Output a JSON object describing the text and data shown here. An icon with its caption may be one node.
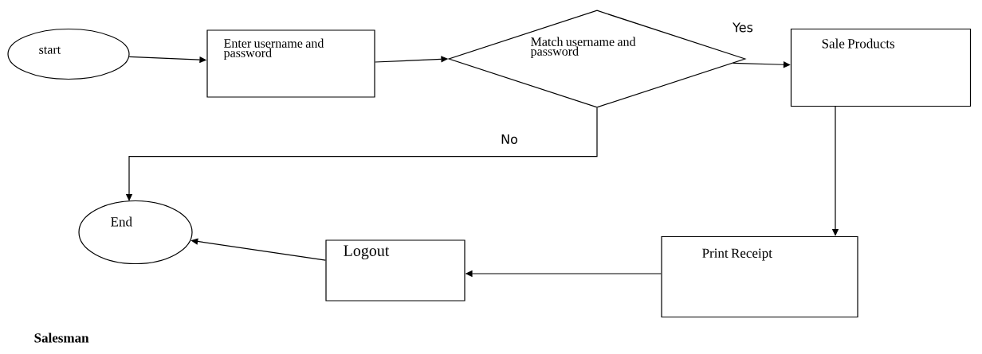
{
  "diagram": {
    "caption": "Salesman",
    "nodes": [
      {
        "text": [
          "start"
        ]
      },
      {
        "text": [
          "Enter username and password"
        ]
      },
      {
        "text": [
          "Match username and password"
        ]
      },
      {
        "text": [
          "Sale Products"
        ]
      },
      {
        "text": [
          "Print Receipt"
        ]
      },
      {
        "text": [
          "Logout"
        ]
      },
      {
        "text": [
          "End"
        ]
      }
    ],
    "edges": [
      {
        "from": 0,
        "to": 1,
        "arrow": "to"
      },
      {
        "from": 1,
        "to": 2,
        "arrow": "to"
      },
      {
        "from": 2,
        "to": 3,
        "arrow": "to",
        "label": "Yes"
      },
      {
        "from": 2,
        "to": 6,
        "arrow": "to",
        "label": "No"
      },
      {
        "from": 3,
        "to": 4,
        "arrow": "to"
      },
      {
        "from": 4,
        "to": 5,
        "arrow": "to"
      },
      {
        "from": 5,
        "to": 6,
        "arrow": "to"
      }
    ]
  }
}
